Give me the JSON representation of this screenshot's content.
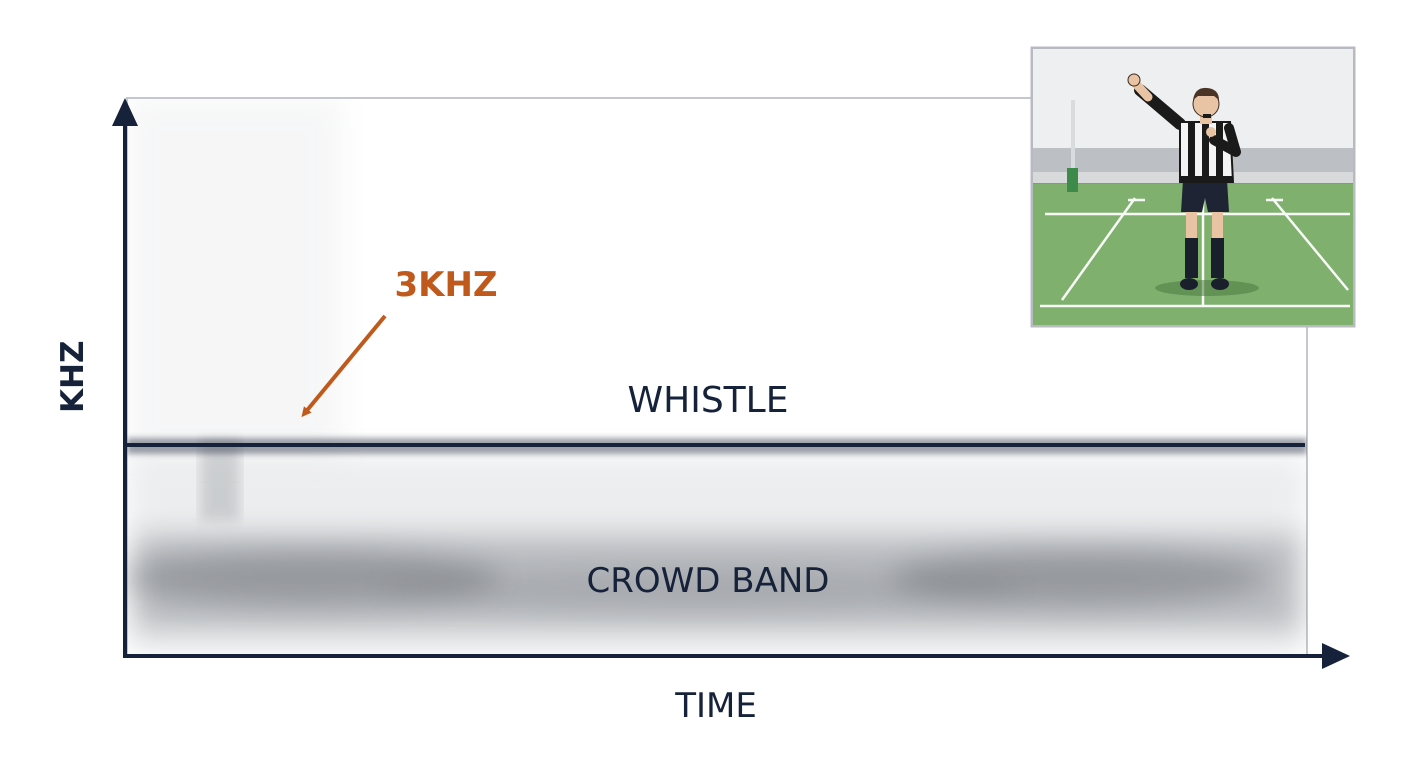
{
  "diagram": {
    "y_axis_label": "KHZ",
    "x_axis_label": "TIME",
    "signal_label": "WHISTLE",
    "noise_label": "CROWD BAND",
    "frequency_callout": "3KHZ",
    "inset_subject": "referee-blowing-whistle"
  },
  "colors": {
    "ink": "#16213a",
    "callout": "#c05a1c",
    "frame": "#c4c8ce",
    "noise": "#6b6f76",
    "pitch": "#7fb06d",
    "kit_stripe": "#1a1a1a",
    "stand": "#bcbfc3"
  }
}
